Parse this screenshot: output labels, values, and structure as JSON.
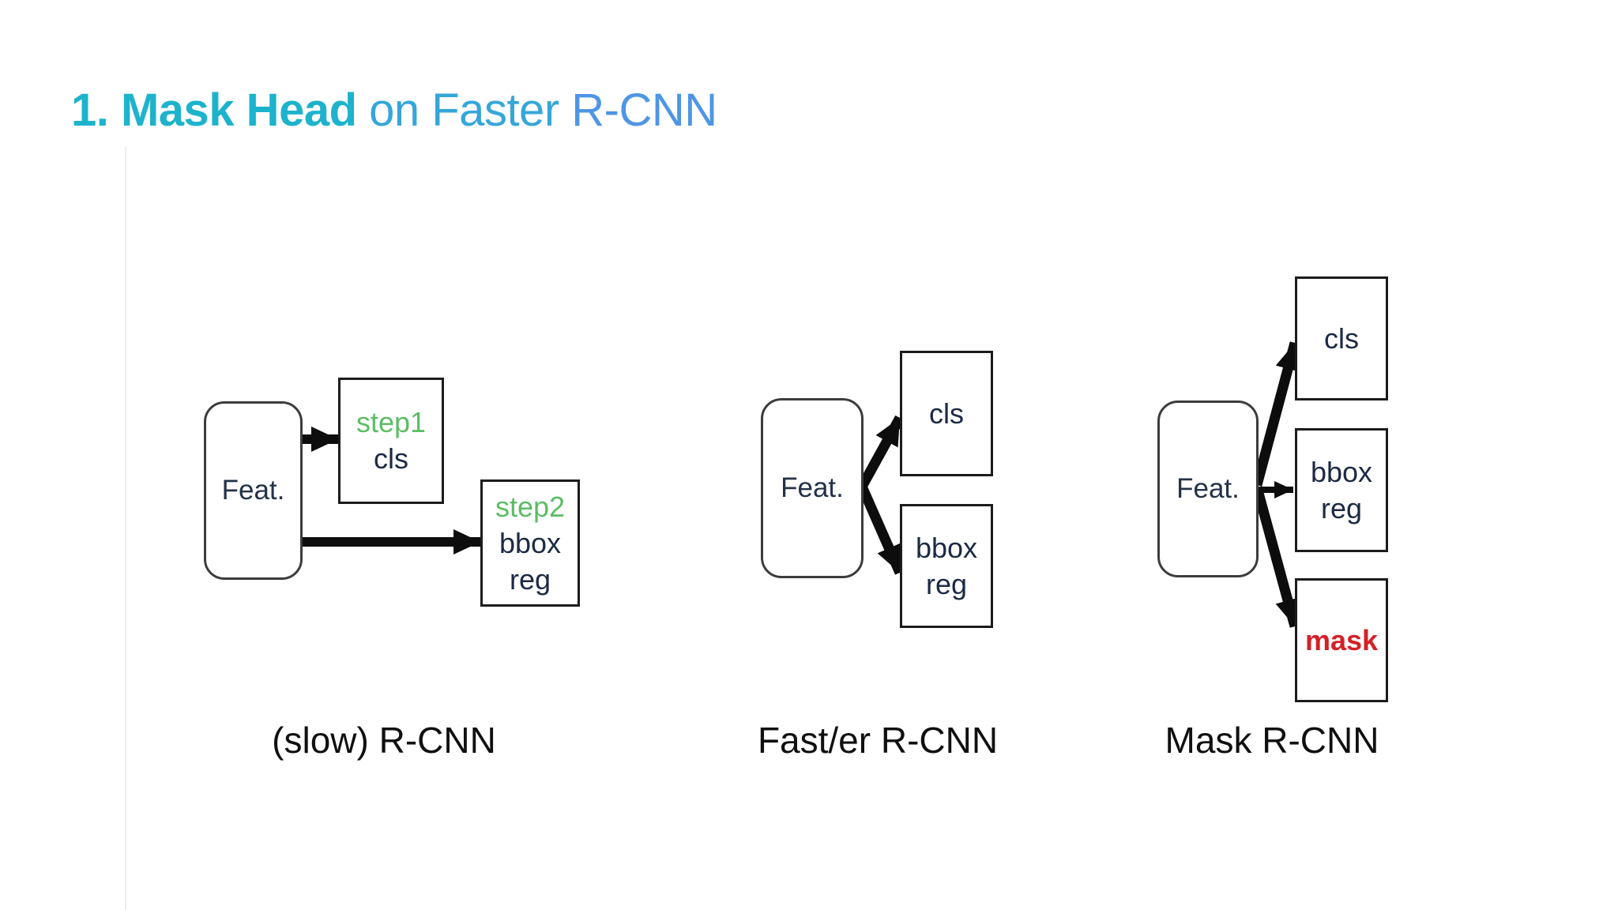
{
  "title": {
    "bold": "1. Mask Head",
    "mid": " on Faster ",
    "tail": "R-CNN"
  },
  "colors": {
    "title_bold": "#1db3cc",
    "title_mid": "#35a6da",
    "title_tail": "#4e95e5",
    "step_green": "#5cbd64",
    "mask_red": "#d42127",
    "box_text_navy": "#1c2a44",
    "arrow_black": "#0d0d0d"
  },
  "diagrams": [
    {
      "caption": "(slow) R-CNN",
      "feature_label": "Feat.",
      "heads": [
        {
          "lines": [
            "step1",
            "cls"
          ]
        },
        {
          "lines": [
            "step2",
            "bbox",
            "reg"
          ]
        }
      ]
    },
    {
      "caption": "Fast/er R-CNN",
      "feature_label": "Feat.",
      "heads": [
        {
          "lines": [
            "cls"
          ]
        },
        {
          "lines": [
            "bbox",
            "reg"
          ]
        }
      ]
    },
    {
      "caption": "Mask R-CNN",
      "feature_label": "Feat.",
      "heads": [
        {
          "lines": [
            "cls"
          ]
        },
        {
          "lines": [
            "bbox",
            "reg"
          ]
        },
        {
          "lines": [
            "mask"
          ]
        }
      ]
    }
  ]
}
